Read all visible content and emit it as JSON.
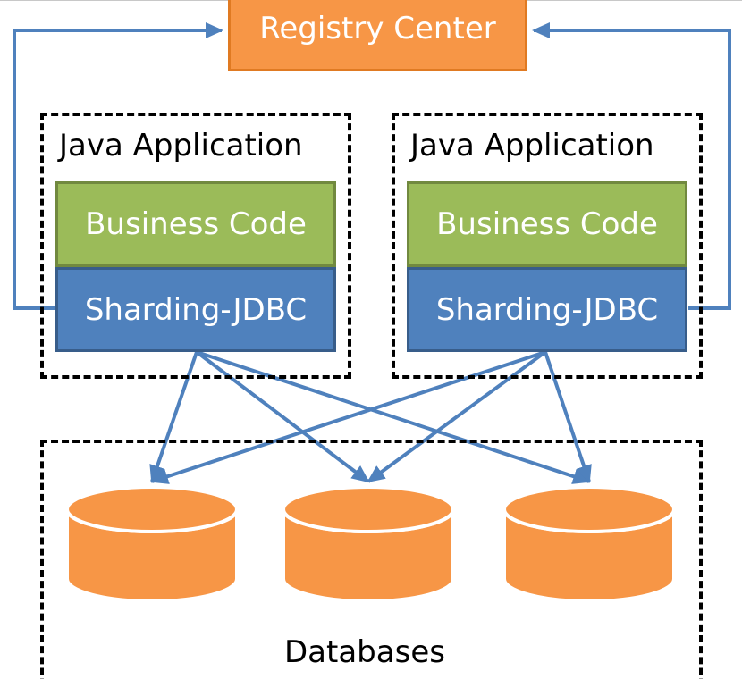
{
  "registry": {
    "label": "Registry Center"
  },
  "apps": [
    {
      "title": "Java Application",
      "business": "Business Code",
      "sharding": "Sharding-JDBC"
    },
    {
      "title": "Java Application",
      "business": "Business Code",
      "sharding": "Sharding-JDBC"
    }
  ],
  "databases": {
    "label": "Databases",
    "count": 3
  },
  "colors": {
    "registry": "#f79646",
    "business": "#9bbb59",
    "sharding": "#4f81bd",
    "arrow": "#4f81bd",
    "database": "#f79646"
  }
}
